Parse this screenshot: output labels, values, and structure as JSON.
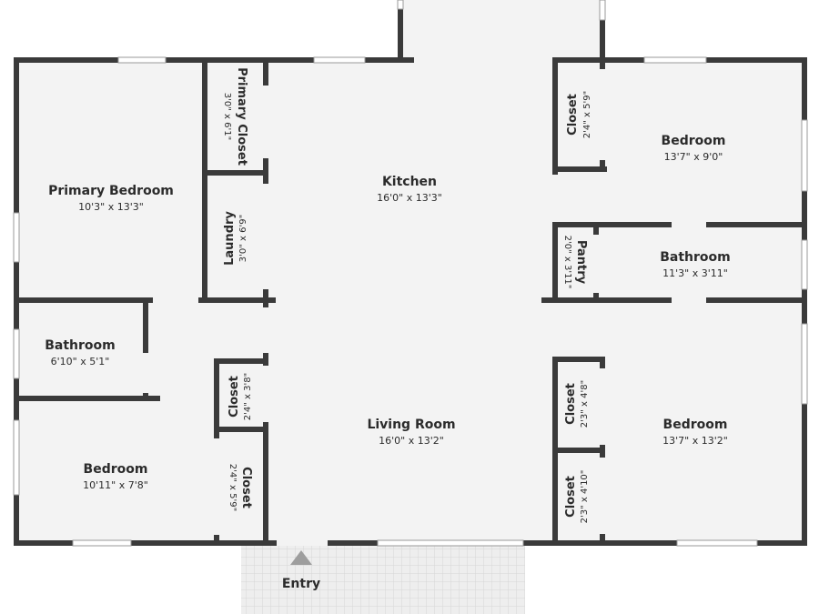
{
  "colors": {
    "wall": "#3a3a3a",
    "floor": "#f3f3f3",
    "window": "#ffffff",
    "entry_floor": "#ececec",
    "entry_tile": "#dadada",
    "arrow": "#9e9e9e"
  },
  "rooms": {
    "primary_bedroom": {
      "name": "Primary Bedroom",
      "dims": "10'3\" x 13'3\""
    },
    "primary_closet": {
      "name": "Primary Closet",
      "dims": "3'0\" x 6'1\""
    },
    "laundry": {
      "name": "Laundry",
      "dims": "3'0\" x 6'9\""
    },
    "kitchen": {
      "name": "Kitchen",
      "dims": "16'0\" x 13'3\""
    },
    "closet_top_right": {
      "name": "Closet",
      "dims": "2'4\" x 5'9\""
    },
    "bedroom_top_right": {
      "name": "Bedroom",
      "dims": "13'7\" x 9'0\""
    },
    "pantry": {
      "name": "Pantry",
      "dims": "2'0\" x 3'11\""
    },
    "bathroom_right": {
      "name": "Bathroom",
      "dims": "11'3\" x 3'11\""
    },
    "bathroom_left": {
      "name": "Bathroom",
      "dims": "6'10\" x 5'1\""
    },
    "closet_left_upper": {
      "name": "Closet",
      "dims": "2'4\" x 3'8\""
    },
    "living_room": {
      "name": "Living Room",
      "dims": "16'0\" x 13'2\""
    },
    "closet_right_upper": {
      "name": "Closet",
      "dims": "2'3\" x 4'8\""
    },
    "bedroom_bottom_right": {
      "name": "Bedroom",
      "dims": "13'7\" x 13'2\""
    },
    "bedroom_bottom_left": {
      "name": "Bedroom",
      "dims": "10'11\" x 7'8\""
    },
    "closet_left_lower": {
      "name": "Closet",
      "dims": "2'4\" x 5'9\""
    },
    "closet_right_lower": {
      "name": "Closet",
      "dims": "2'3\" x 4'10\""
    },
    "entry": {
      "name": "Entry"
    }
  }
}
